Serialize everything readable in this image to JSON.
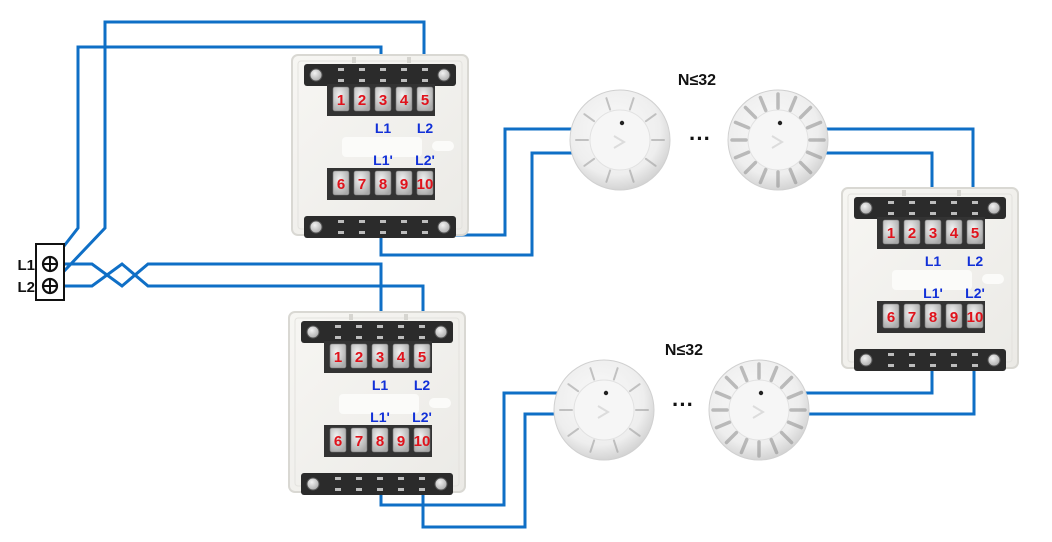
{
  "diagram": {
    "type": "wiring-diagram",
    "wire_color": "#0f6fc6",
    "terminal_number_color": "#e0121b",
    "line_label_color": "#1130d8",
    "power_block": {
      "labels": [
        "L1",
        "L2"
      ],
      "icon": "screw-terminal-icon"
    },
    "modules": [
      {
        "id": "module-top-left",
        "top_terminals": [
          "1",
          "2",
          "3",
          "4",
          "5"
        ],
        "bottom_terminals": [
          "6",
          "7",
          "8",
          "9",
          "10"
        ],
        "top_labels": [
          "L1",
          "L2"
        ],
        "bottom_labels": [
          "L1'",
          "L2'"
        ]
      },
      {
        "id": "module-bottom-left",
        "top_terminals": [
          "1",
          "2",
          "3",
          "4",
          "5"
        ],
        "bottom_terminals": [
          "6",
          "7",
          "8",
          "9",
          "10"
        ],
        "top_labels": [
          "L1",
          "L2"
        ],
        "bottom_labels": [
          "L1'",
          "L2'"
        ]
      },
      {
        "id": "module-right",
        "top_terminals": [
          "1",
          "2",
          "3",
          "4",
          "5"
        ],
        "bottom_terminals": [
          "6",
          "7",
          "8",
          "9",
          "10"
        ],
        "top_labels": [
          "L1",
          "L2"
        ],
        "bottom_labels": [
          "L1'",
          "L2'"
        ]
      }
    ],
    "detector_chains": [
      {
        "id": "chain-top",
        "count_label": "N≤32",
        "ellipsis": "···",
        "detector_icon": "smoke-detector-icon"
      },
      {
        "id": "chain-bottom",
        "count_label": "N≤32",
        "ellipsis": "···",
        "detector_icon": "smoke-detector-icon"
      }
    ]
  }
}
